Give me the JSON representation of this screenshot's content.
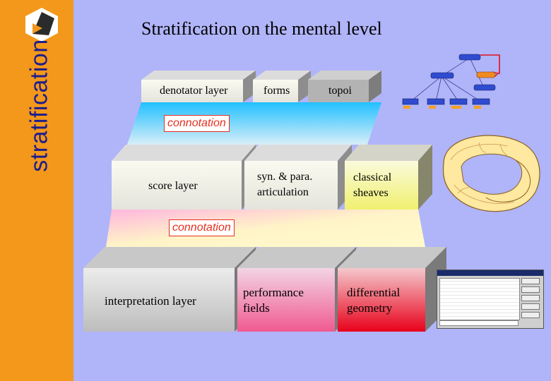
{
  "sidebar": {
    "title": "stratification",
    "color": "#f3981b",
    "title_color": "#1e1e8c"
  },
  "page": {
    "title": "Stratification on the mental level",
    "background": "#b0b4f8"
  },
  "rows": {
    "mental": {
      "cells": [
        "denotator layer",
        "forms",
        "topoi"
      ]
    },
    "connotation_1": "connotation",
    "physical": {
      "cells": [
        "score layer",
        "syn. & para. articulation",
        "classical sheaves"
      ]
    },
    "connotation_2": "connotation",
    "psychological": {
      "cells": [
        "interpretation layer",
        "performance fields",
        "differential geometry"
      ]
    }
  },
  "colors": {
    "connotation_text": "#e53020",
    "topoi_box": "#b3b3b3",
    "interp_red": "#e8001a",
    "interp_pink": "#f06496"
  }
}
